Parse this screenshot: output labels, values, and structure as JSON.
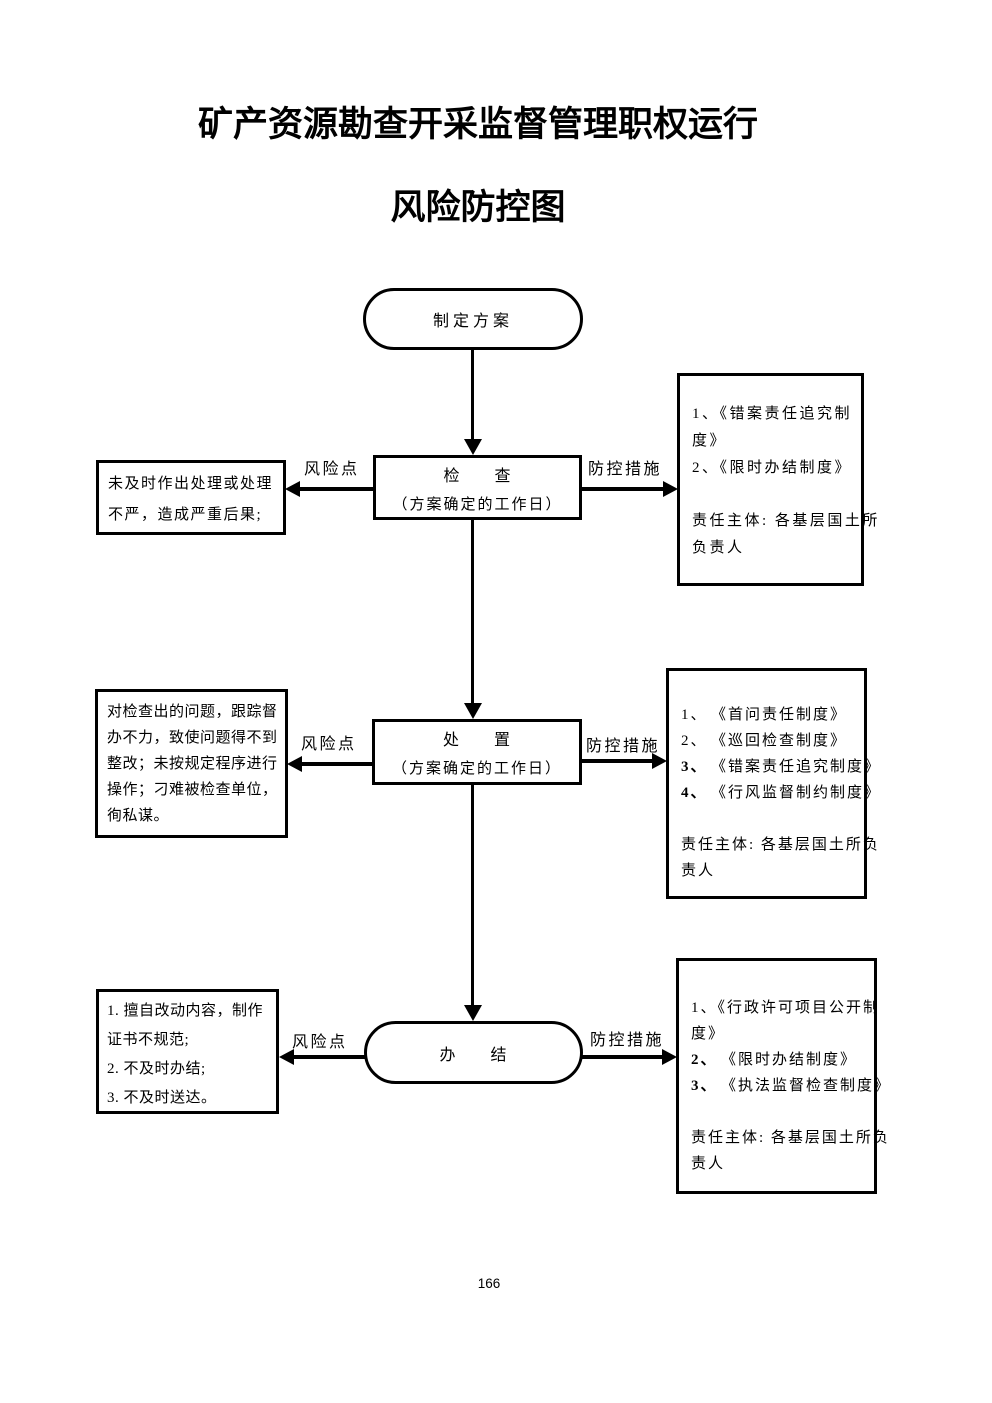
{
  "title": {
    "line1": "矿产资源勘查开采监督管理职权运行",
    "line2": "风险防控图"
  },
  "labels": {
    "risk": "风险点",
    "measure": "防控措施"
  },
  "nodes": {
    "start": "制定方案",
    "step1": {
      "title": "检　　查",
      "subtitle": "（方案确定的工作日）"
    },
    "step2": {
      "title": "处　　置",
      "subtitle": "（方案确定的工作日）"
    },
    "end": "办　　结"
  },
  "risk_boxes": {
    "box1": {
      "lines": [
        "未及时作出处理或处理",
        "不严，造成严重后果;"
      ]
    },
    "box2": {
      "lines": [
        "对检查出的问题，跟踪督",
        "办不力，致使问题得不到",
        "整改；未按规定程序进行",
        "操作；刁难被检查单位，",
        "徇私谋。"
      ]
    },
    "box3": {
      "lines": [
        "1. 擅自改动内容，制作",
        "证书不规范;",
        "2. 不及时办结;",
        "3. 不及时送达。"
      ]
    }
  },
  "measure_boxes": {
    "box1": {
      "lines": [
        "1、《错案责任追究制",
        "度》",
        "2、《限时办结制度》"
      ],
      "subject_lines": [
        "责任主体: 各基层国土所",
        "负责人"
      ]
    },
    "box2": {
      "items": [
        {
          "num": "1、",
          "text": "《首问责任制度》",
          "bold": false
        },
        {
          "num": "2、",
          "text": "《巡回检查制度》",
          "bold": false
        },
        {
          "num": "3、",
          "text": "《错案责任追究制度》",
          "bold": true
        },
        {
          "num": "4、",
          "text": "《行风监督制约制度》",
          "bold": true
        }
      ],
      "subject_lines": [
        "责任主体: 各基层国土所负",
        "责人"
      ]
    },
    "box3": {
      "lines": [
        "1、《行政许可项目公开制",
        "度》"
      ],
      "items": [
        {
          "num": "2、",
          "text": "《限时办结制度》",
          "bold": true
        },
        {
          "num": "3、",
          "text": "《执法监督检查制度》",
          "bold": true
        }
      ],
      "subject_lines": [
        "责任主体: 各基层国土所负",
        "责人"
      ]
    }
  },
  "footer": {
    "page_number": "166"
  },
  "colors": {
    "ink": "#000000",
    "paper": "#ffffff"
  }
}
